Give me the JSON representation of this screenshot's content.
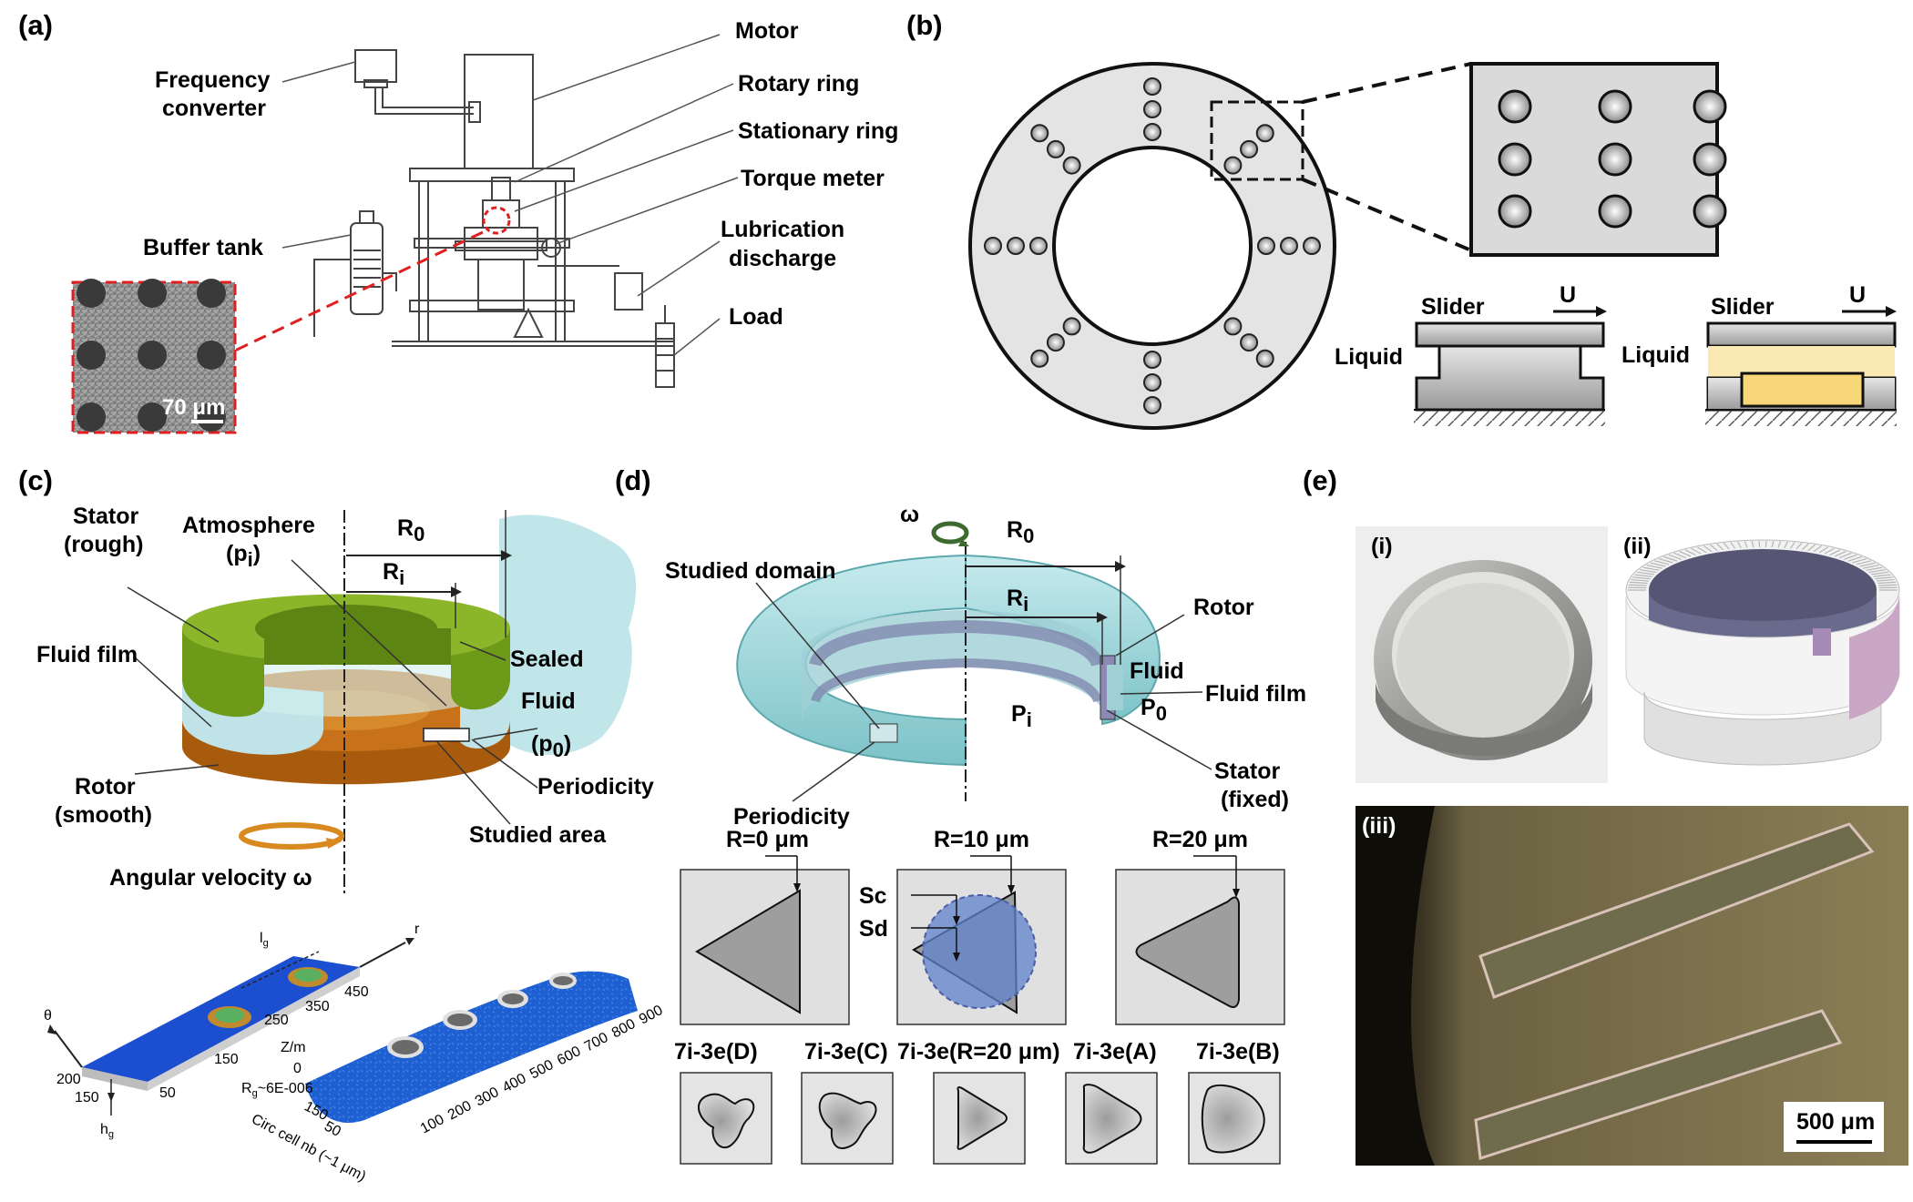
{
  "panels": {
    "a": {
      "label": "(a)",
      "callouts": {
        "motor": "Motor",
        "frequency_converter_1": "Frequency",
        "frequency_converter_2": "converter",
        "rotary_ring": "Rotary ring",
        "stationary_ring": "Stationary ring",
        "torque_meter": "Torque meter",
        "buffer_tank": "Buffer tank",
        "lubrication_discharge_1": "Lubrication",
        "lubrication_discharge_2": "discharge",
        "load": "Load"
      },
      "scale_bar": "70 μm"
    },
    "b": {
      "label": "(b)",
      "slider": "Slider",
      "u": "U",
      "liquid": "Liquid"
    },
    "c": {
      "label": "(c)",
      "stator_1": "Stator",
      "stator_2": "(rough)",
      "atmosphere_1": "Atmosphere",
      "atmosphere_2_main": "(p",
      "atmosphere_2_sub": "i",
      "atmosphere_2_end": ")",
      "r0_main": "R",
      "r0_sub": "0",
      "ri_main": "R",
      "ri_sub": "i",
      "fluid_film": "Fluid film",
      "sealed": "Sealed",
      "fluid": "Fluid",
      "p0_main": "(p",
      "p0_sub": "0",
      "p0_end": ")",
      "periodicity": "Periodicity",
      "rotor_1": "Rotor",
      "rotor_2": "(smooth)",
      "studied_area": "Studied area",
      "angular_velocity": "Angular velocity ω",
      "surface_plot": {
        "theta": "θ",
        "r": "r",
        "lg": "l",
        "lg_sub": "g",
        "hg": "h",
        "hg_sub": "g",
        "ticks_a": [
          "200",
          "150",
          "50",
          "150",
          "250",
          "350",
          "450"
        ],
        "rg_label": "R",
        "rg_sub": "g",
        "rg_value": "~6E-006",
        "z_label": "Z/m",
        "z_zero": "0",
        "circ_cell": "Circ cell nb (~1 μm)",
        "ticks_circ": [
          "50",
          "150"
        ],
        "ticks_b": [
          "100",
          "200",
          "300",
          "400",
          "500",
          "600",
          "700",
          "800",
          "900"
        ]
      }
    },
    "d": {
      "label": "(d)",
      "omega": "ω",
      "r0_main": "R",
      "r0_sub": "0",
      "ri_main": "R",
      "ri_sub": "i",
      "studied_domain": "Studied domain",
      "rotor": "Rotor",
      "fluid": "Fluid",
      "fluid_film": "Fluid film",
      "pi_main": "P",
      "pi_sub": "i",
      "p0_main": "P",
      "p0_sub": "0",
      "stator_1": "Stator",
      "stator_2": "(fixed)",
      "periodicity": "Periodicity",
      "r_labels": [
        "R=0 μm",
        "R=10 μm",
        "R=20 μm"
      ],
      "sc": "Sc",
      "sd": "Sd",
      "shape_labels": [
        "7i-3e(D)",
        "7i-3e(C)",
        "7i-3e(R=20 μm)",
        "7i-3e(A)",
        "7i-3e(B)"
      ]
    },
    "e": {
      "label": "(e)",
      "sub_i": "(i)",
      "sub_ii": "(ii)",
      "sub_iii": "(iii)",
      "scale_bar": "500 μm"
    }
  }
}
